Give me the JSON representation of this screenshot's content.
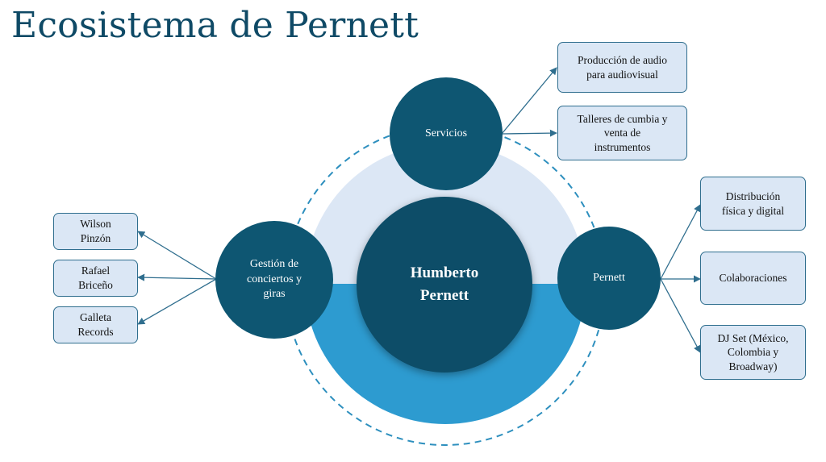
{
  "title": "Ecosistema de Pernett",
  "center": {
    "label_line1": "Humberto",
    "label_line2": "Pernett"
  },
  "nodes": {
    "servicios": {
      "label": "Servicios"
    },
    "gestion": {
      "label_line1": "Gestión de",
      "label_line2": "conciertos y",
      "label_line3": "giras"
    },
    "pernett": {
      "label": "Pernett"
    }
  },
  "boxes": {
    "servicios": [
      {
        "line1": "Producción de audio",
        "line2": "para audiovisual"
      },
      {
        "line1": "Talleres de cumbia y",
        "line2": "venta de",
        "line3": "instrumentos"
      }
    ],
    "gestion": [
      {
        "line1": "Wilson",
        "line2": "Pinzón"
      },
      {
        "line1": "Rafael",
        "line2": "Briceño"
      },
      {
        "line1": "Galleta",
        "line2": "Records"
      }
    ],
    "pernett": [
      {
        "line1": "Distribución",
        "line2": "física y digital"
      },
      {
        "line1": "Colaboraciones"
      },
      {
        "line1": "DJ Set (México,",
        "line2": "Colombia y",
        "line3": "Broadway)"
      }
    ]
  },
  "colors": {
    "title": "#0f4a66",
    "node_dark": "#0e5672",
    "center_dark": "#0c4d68",
    "ring_light": "#dce7f5",
    "ring_mid": "#2d9bd0",
    "dashed_ring": "#2d8fbe",
    "box_fill": "#dbe7f5",
    "box_border": "#2f6e8e",
    "connector": "#2f6e8e"
  }
}
